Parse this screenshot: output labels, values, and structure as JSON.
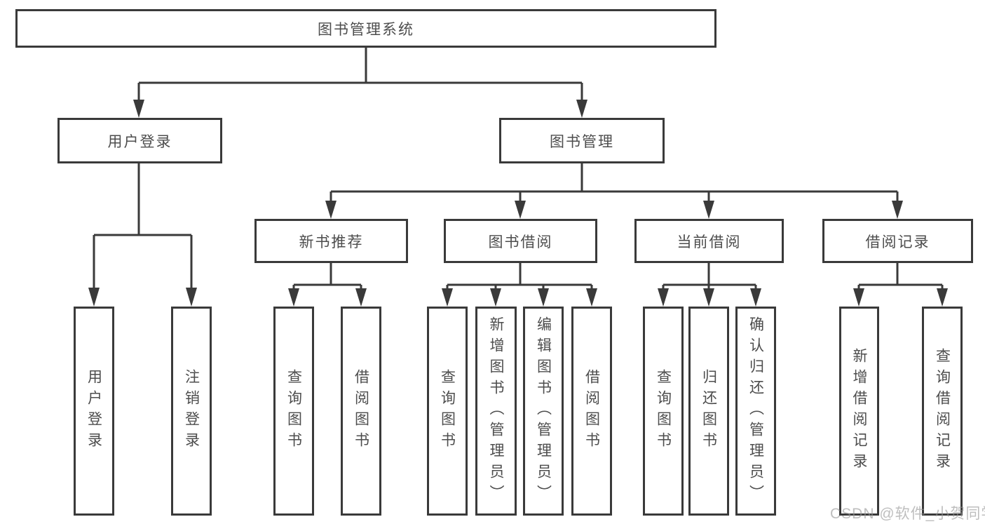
{
  "tree": {
    "label": "图书管理系统",
    "children": [
      {
        "label": "用户登录",
        "children": [
          {
            "label": "用户登录"
          },
          {
            "label": "注销登录"
          }
        ]
      },
      {
        "label": "图书管理",
        "children": [
          {
            "label": "新书推荐",
            "children": [
              {
                "label": "查询图书"
              },
              {
                "label": "借阅图书"
              }
            ]
          },
          {
            "label": "图书借阅",
            "children": [
              {
                "label": "查询图书"
              },
              {
                "label": "新增图书（管理员）"
              },
              {
                "label": "编辑图书（管理员）"
              },
              {
                "label": "借阅图书"
              }
            ]
          },
          {
            "label": "当前借阅",
            "children": [
              {
                "label": "查询图书"
              },
              {
                "label": "归还图书"
              },
              {
                "label": "确认归还（管理员）"
              }
            ]
          },
          {
            "label": "借阅记录",
            "children": [
              {
                "label": "新增借阅记录"
              },
              {
                "label": "查询借阅记录"
              }
            ]
          }
        ]
      }
    ]
  },
  "watermark": {
    "text": "CSDN @软件_小贺同学"
  },
  "colors": {
    "line": "#3a3a3a",
    "box_border": "#3a3a3a",
    "box_background": "#ffffff",
    "text": "#4d4d4d",
    "watermark": "#999999",
    "background": "#ffffff"
  }
}
